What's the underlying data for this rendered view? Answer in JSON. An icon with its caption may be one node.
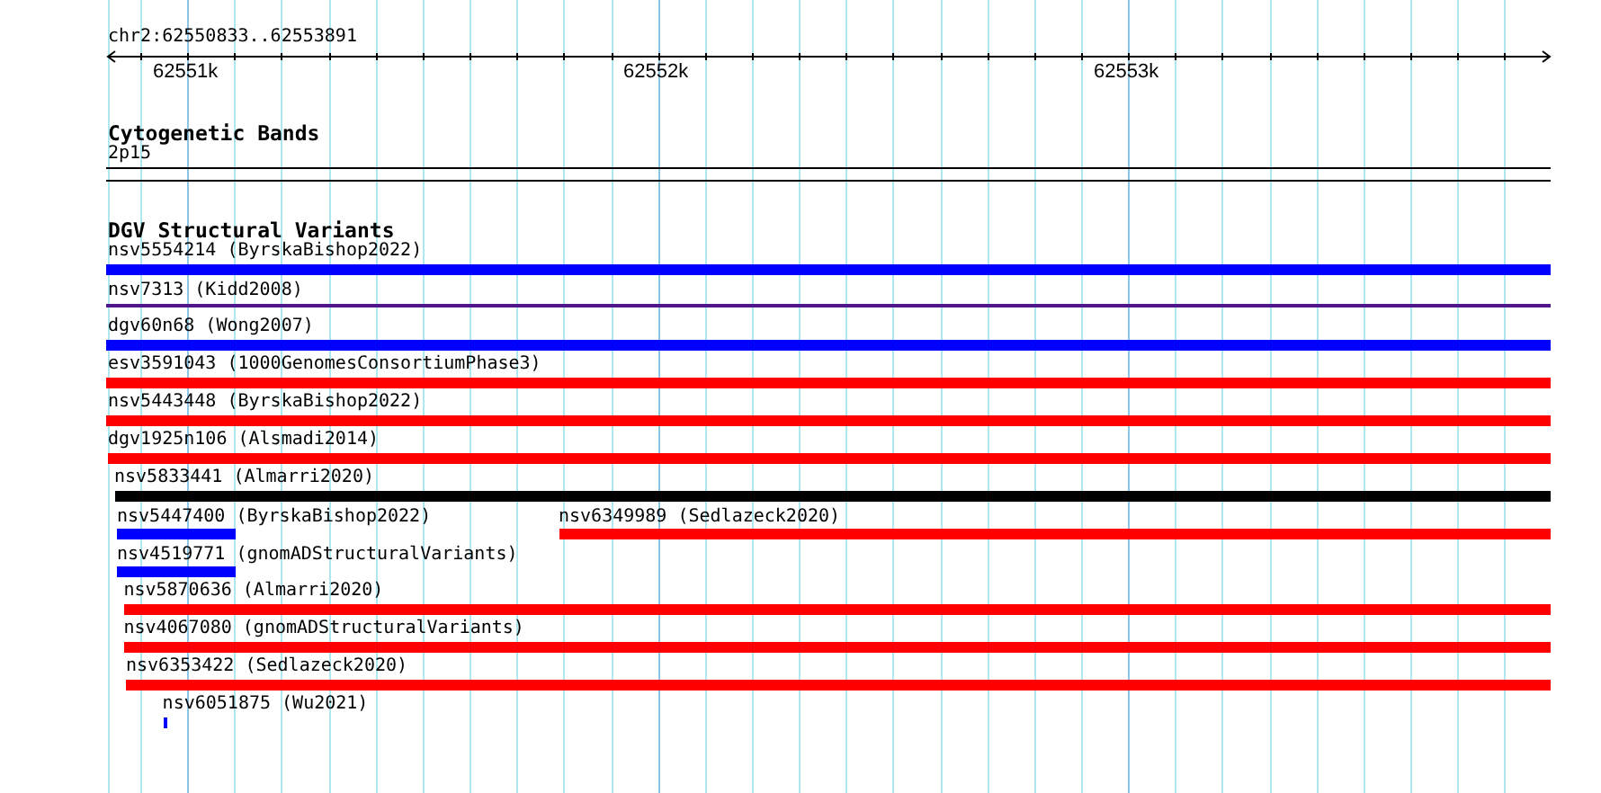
{
  "diagram": {
    "nodes": [
      {
        "text": [
          "2p15"
        ]
      },
      {
        "text": [
          "nsv5554214 (ByrskaBishop2022)"
        ]
      },
      {
        "text": [
          "nsv7313 (Kidd2008)"
        ]
      },
      {
        "text": [
          "dgv60n68 (Wong2007)"
        ]
      },
      {
        "text": [
          "esv3591043 (1000GenomesConsortiumPhase3)"
        ]
      },
      {
        "text": [
          "nsv5443448 (ByrskaBishop2022)"
        ]
      },
      {
        "text": [
          "dgv1925n106 (Alsmadi2014)"
        ]
      },
      {
        "text": [
          "nsv5833441 (Almarri2020)"
        ]
      },
      {
        "text": [
          "nsv5447400 (ByrskaBishop2022)"
        ]
      },
      {
        "text": [
          "nsv6349989 (Sedlazeck2020)"
        ]
      },
      {
        "text": [
          "nsv4519771 (gnomADStructuralVariants)"
        ]
      },
      {
        "text": [
          "nsv5870636 (Almarri2020)"
        ]
      },
      {
        "text": [
          "nsv4067080 (gnomADStructuralVariants)"
        ]
      },
      {
        "text": [
          "nsv6353422 (Sedlazeck2020)"
        ]
      },
      {
        "text": [
          "nsv6051875 (Wu2021)"
        ]
      }
    ],
    "labels": [
      "chr2:62550833..62553891",
      "62551k",
      "62552k",
      "62553k",
      "Cytogenetic Bands",
      "DGV Structural Variants"
    ]
  }
}
